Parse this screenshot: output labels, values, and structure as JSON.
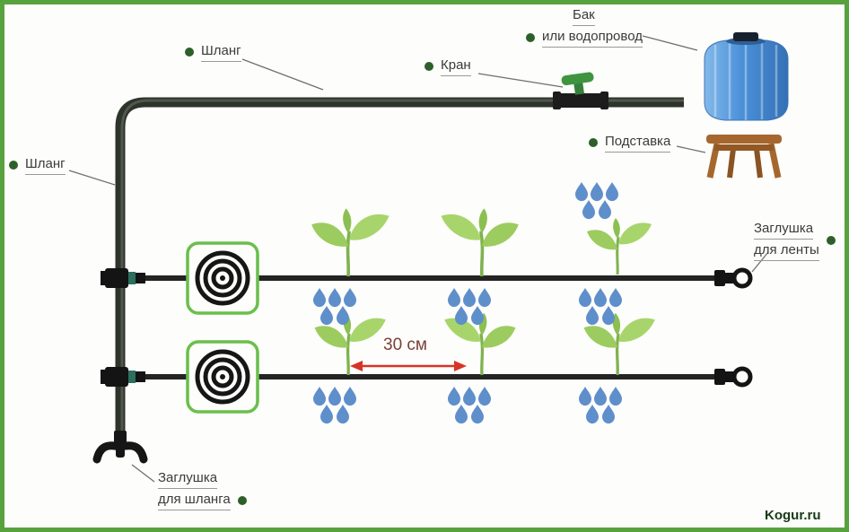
{
  "labels": {
    "hose_top": "Шланг",
    "hose_left": "Шланг",
    "tap": "Кран",
    "tank": {
      "line1": "Бак",
      "line2": "или водопровод"
    },
    "stand": "Подставка",
    "tape_plug": {
      "line1": "Заглушка",
      "line2": "для ленты"
    },
    "hose_plug": {
      "line1": "Заглушка",
      "line2": "для шланга"
    },
    "spacing": "30 см",
    "watermark": "Kogur.ru"
  },
  "colors": {
    "border_green": "#58a23e",
    "accent_green": "#6abf4b",
    "plant_green": "#9ccc5f",
    "drop_blue": "#5f8fcb",
    "tank_blue": "#4a90d9",
    "stool_brown": "#a6672f",
    "hose_dark": "#2e332c",
    "arrow_red": "#d63426",
    "label_dot_green": "#2d5f2a"
  }
}
